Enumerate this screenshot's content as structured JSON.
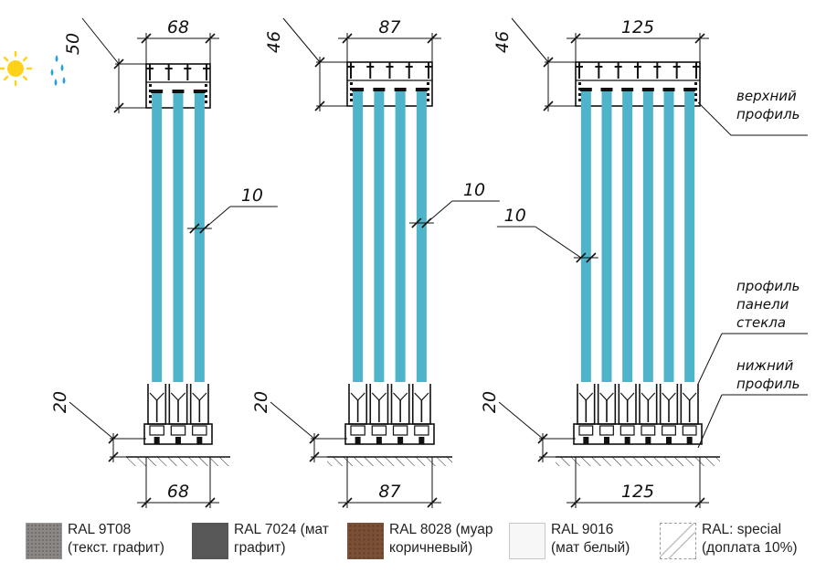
{
  "profiles": [
    {
      "id": "a",
      "width_label": "68",
      "top_height_label": "50",
      "bottom_height_label": "20",
      "glass_label": "10",
      "panels": 3
    },
    {
      "id": "b",
      "width_label": "87",
      "top_height_label": "46",
      "bottom_height_label": "20",
      "glass_label": "10",
      "panels": 4
    },
    {
      "id": "c",
      "width_label": "125",
      "top_height_label": "46",
      "bottom_height_label": "20",
      "glass_label": "10",
      "panels": 6
    }
  ],
  "callouts": {
    "top_profile": [
      "верхний",
      "профиль"
    ],
    "glass_profile": [
      "профиль",
      "панели",
      "стекла"
    ],
    "bottom_profile": [
      "нижний",
      "профиль"
    ]
  },
  "weather_icons": [
    "sun-icon",
    "rain-drops-icon"
  ],
  "colors": {
    "glass": "#4fb3c9",
    "sun": "#ffd21a",
    "rain": "#2a9fd8",
    "line": "#111111"
  },
  "legend": [
    {
      "line1": "RAL 9T08",
      "line2": "(текст. графит)",
      "color": "#8a8785"
    },
    {
      "line1": "RAL 7024 (мат",
      "line2": "графит)",
      "color": "#575757"
    },
    {
      "line1": "RAL 8028 (муар",
      "line2": "коричневый)",
      "color": "#7a5136"
    },
    {
      "line1": "RAL 9016",
      "line2": "(мат белый)",
      "color": "#f7f7f7"
    },
    {
      "line1": "RAL: special",
      "line2": "(доплата 10%)",
      "color": "#ffffff"
    }
  ]
}
